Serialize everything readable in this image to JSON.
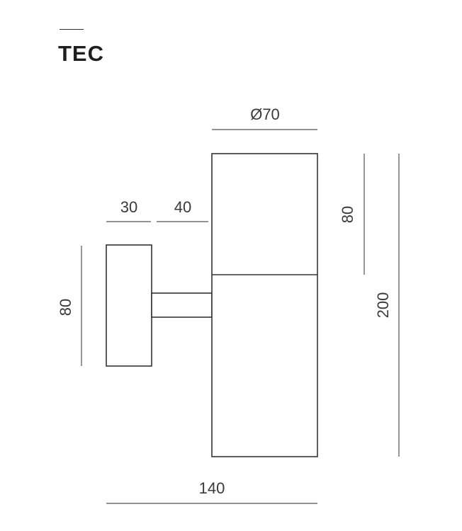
{
  "header": {
    "title": "TEC"
  },
  "dimensions": {
    "diameter": "Ø70",
    "base_depth": "30",
    "arm_length": "40",
    "base_height": "80",
    "upper_section_height": "80",
    "total_height": "200",
    "total_depth": "140"
  }
}
